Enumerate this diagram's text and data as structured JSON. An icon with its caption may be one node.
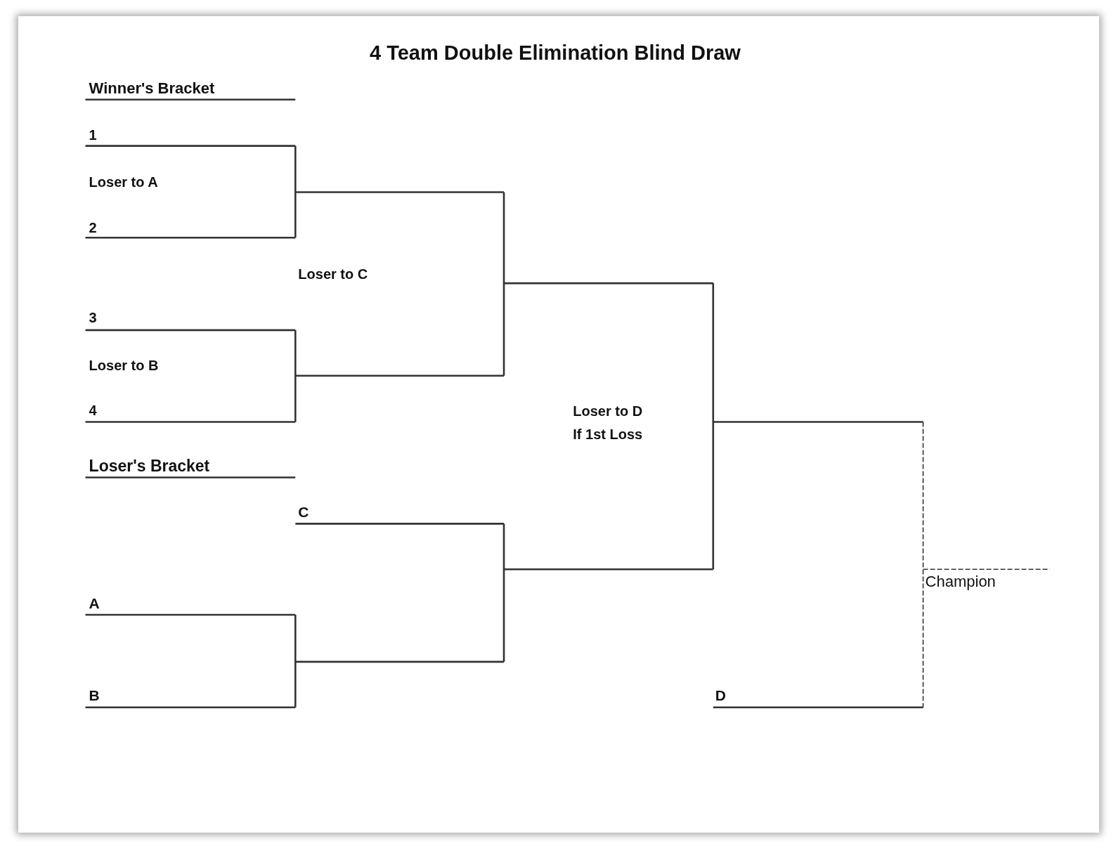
{
  "diagram": {
    "title": "4 Team Double Elimination Blind Draw",
    "labels": [
      "Winner's Bracket",
      "1",
      "Loser to A",
      "2",
      "Loser to C",
      "3",
      "Loser to B",
      "4",
      "Loser to D If 1st Loss",
      "Loser's Bracket",
      "C",
      "Champion",
      "A",
      "B",
      "D"
    ]
  }
}
